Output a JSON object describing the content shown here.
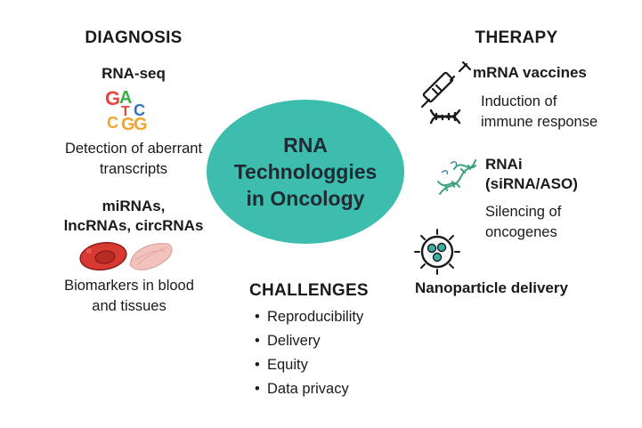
{
  "center": {
    "title": "RNA\nTechnologgies\nin Oncology",
    "color": "#3dbdad"
  },
  "diagnosis": {
    "heading": "DIAGNOSIS",
    "rnaseq": {
      "title": "RNA-seq",
      "logo_letters": [
        "G",
        "A",
        "T",
        "C",
        "C",
        "G",
        "G"
      ],
      "description_line1": "Detection of aberrant",
      "description_line2": "transcripts"
    },
    "biomarkers": {
      "title_line1": "miRNAs,",
      "title_line2": "lncRNAs, circRNAs",
      "description_line1": "Biomarkers in blood",
      "description_line2": "and tissues"
    }
  },
  "therapy": {
    "heading": "THERAPY",
    "mrna": {
      "title": "mRNA vaccines",
      "description_line1": "Induction of",
      "description_line2": "immune response",
      "icon": "syringe-dna-icon"
    },
    "rnai": {
      "title_line1": "RNAi",
      "title_line2": "(siRNA/ASO)",
      "description_line1": "Silencing of",
      "description_line2": "oncogenes",
      "icon": "dna-helix-icon"
    },
    "nanoparticle": {
      "title": "Nanoparticle delivery",
      "icon": "nanoparticle-icon"
    }
  },
  "challenges": {
    "heading": "CHALLENGES",
    "items": [
      "Reproducibility",
      "Delivery",
      "Equity",
      "Data privacy"
    ]
  }
}
